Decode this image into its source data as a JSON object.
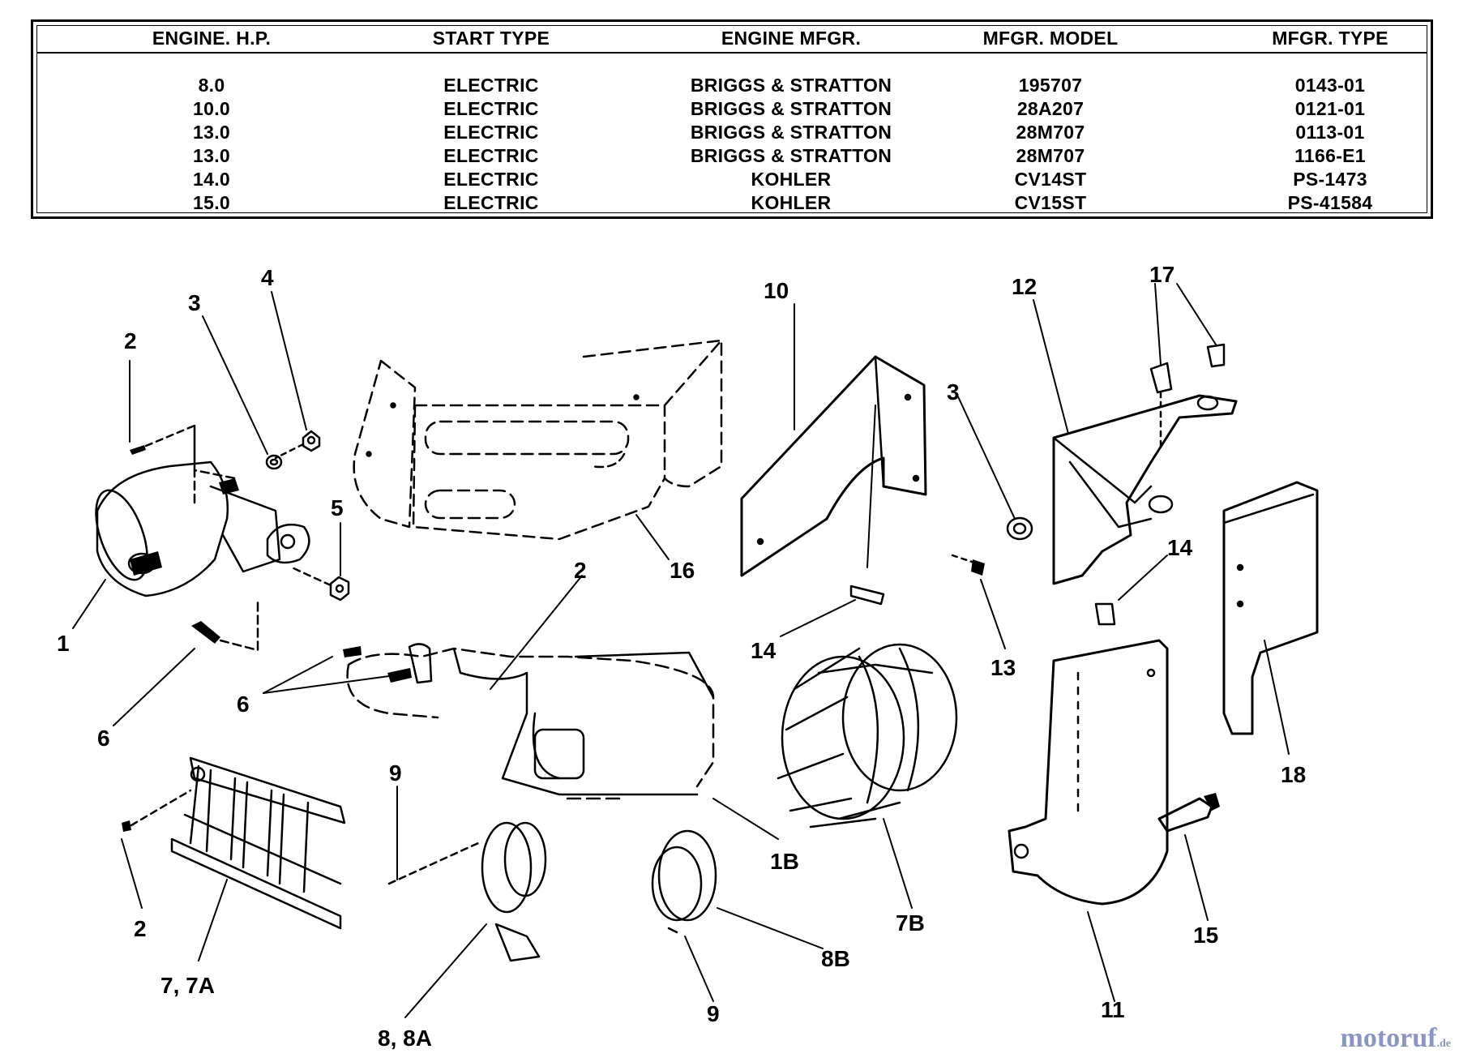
{
  "spec_table": {
    "headers": [
      "ENGINE. H.P.",
      "START TYPE",
      "ENGINE MFGR.",
      "MFGR. MODEL",
      "MFGR. TYPE"
    ],
    "rows": [
      [
        "8.0",
        "ELECTRIC",
        "BRIGGS & STRATTON",
        "195707",
        "0143-01"
      ],
      [
        "10.0",
        "ELECTRIC",
        "BRIGGS & STRATTON",
        "28A207",
        "0121-01"
      ],
      [
        "13.0",
        "ELECTRIC",
        "BRIGGS & STRATTON",
        "28M707",
        "0113-01"
      ],
      [
        "13.0",
        "ELECTRIC",
        "BRIGGS & STRATTON",
        "28M707",
        "1166-E1"
      ],
      [
        "14.0",
        "ELECTRIC",
        "KOHLER",
        "CV14ST",
        "PS-1473"
      ],
      [
        "15.0",
        "ELECTRIC",
        "KOHLER",
        "CV15ST",
        "PS-41584"
      ]
    ]
  },
  "callouts": {
    "c1": "1",
    "c1b": "1B",
    "c2a": "2",
    "c2b": "2",
    "c2c": "2",
    "c3a": "3",
    "c3b": "3",
    "c4": "4",
    "c5": "5",
    "c6a": "6",
    "c6b": "6",
    "c7": "7, 7A",
    "c7b": "7B",
    "c8": "8, 8A",
    "c8b": "8B",
    "c9a": "9",
    "c9b": "9",
    "c10": "10",
    "c11": "11",
    "c12": "12",
    "c13": "13",
    "c14a": "14",
    "c14b": "14",
    "c15": "15",
    "c16": "16",
    "c17": "17",
    "c18": "18"
  },
  "watermark": {
    "text": "motoruf",
    "suffix": ".de"
  }
}
